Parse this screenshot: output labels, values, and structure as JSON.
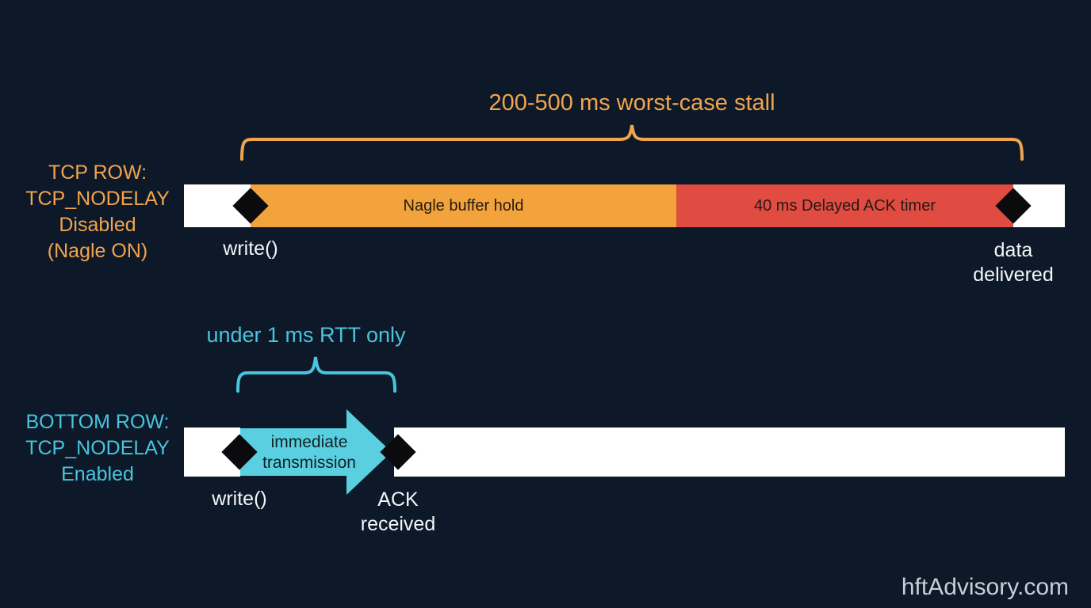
{
  "top_row": {
    "side_label_lines": [
      "TCP ROW:",
      "TCP_NODELAY",
      "Disabled",
      "(Nagle ON)"
    ],
    "brace_label": "200-500 ms worst-case stall",
    "segments": [
      {
        "label": "Nagle buffer hold",
        "color": "#f2a33c"
      },
      {
        "label": "40 ms Delayed ACK timer",
        "color": "#e04b42"
      }
    ],
    "start_event_label": "write()",
    "end_event_lines": [
      "data",
      "delivered"
    ]
  },
  "bottom_row": {
    "side_label_lines": [
      "BOTTOM ROW:",
      "TCP_NODELAY",
      "Enabled"
    ],
    "brace_label": "under 1 ms RTT only",
    "arrow_label_lines": [
      "immediate",
      "transmission"
    ],
    "start_event_label": "write()",
    "end_event_lines": [
      "ACK",
      "received"
    ]
  },
  "watermark": "hftAdvisory.com",
  "colors": {
    "background": "#0d1929",
    "orange_accent": "#f2a44c",
    "orange_bar": "#f2a33c",
    "red_bar": "#e04b42",
    "cyan_accent": "#48c4dd",
    "cyan_arrow": "#59cfdf",
    "timeline_white": "#ffffff",
    "diamond_marker": "#0b0b0e",
    "bar_text": "#241a12",
    "light_text": "#f3f5f8",
    "watermark_text": "#c9ced5"
  }
}
